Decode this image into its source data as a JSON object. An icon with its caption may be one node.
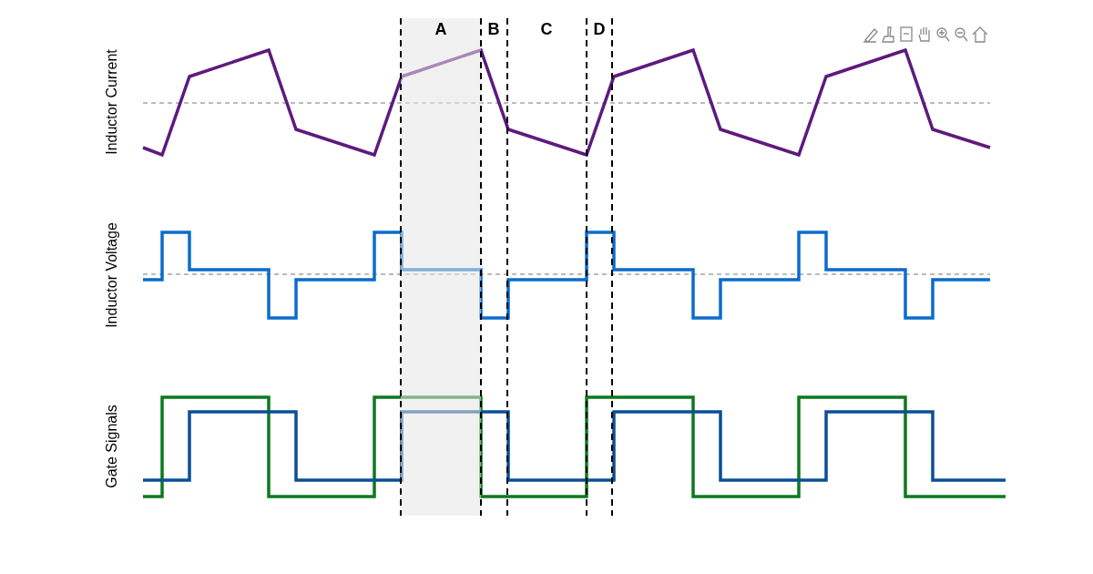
{
  "diagram": {
    "labels": [
      "Inductor Current",
      "Inductor Voltage",
      "Gate Signals",
      "A",
      "B",
      "C",
      "D"
    ]
  }
}
